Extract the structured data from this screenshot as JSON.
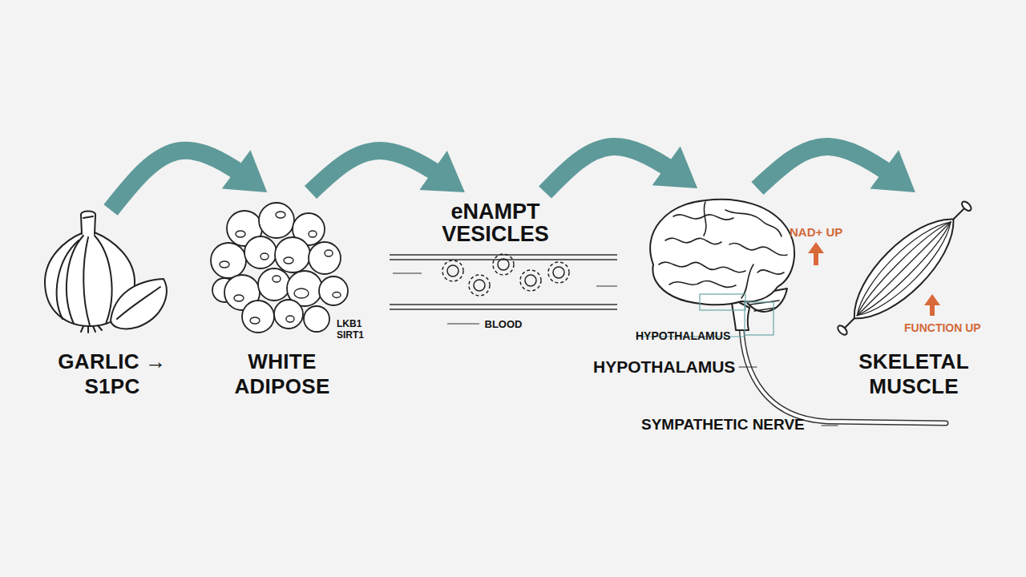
{
  "diagram": {
    "nodes": [
      {
        "text": [
          "GARLIC → S1PC"
        ]
      },
      {
        "text": [
          "LKB1 SIRT1",
          "WHITE ADIPOSE"
        ]
      },
      {
        "text": [
          "eNAMPT VESICLES",
          "BLOOD"
        ]
      },
      {
        "text": [
          "HYPOTHALAMUS",
          "HYPOTHALAMUS"
        ]
      },
      {
        "text": [
          "FUNCTION UP",
          "SKELETAL MUSCLE"
        ]
      }
    ],
    "edges": [
      {
        "from": 0,
        "to": 1,
        "arrow": "to"
      },
      {
        "from": 1,
        "to": 2,
        "arrow": "to"
      },
      {
        "from": 2,
        "to": 3,
        "arrow": "to"
      },
      {
        "from": 3,
        "to": 4,
        "arrow": "to"
      }
    ],
    "labels": [
      "NAD+ UP",
      "SYMPATHETIC NERVE"
    ]
  }
}
